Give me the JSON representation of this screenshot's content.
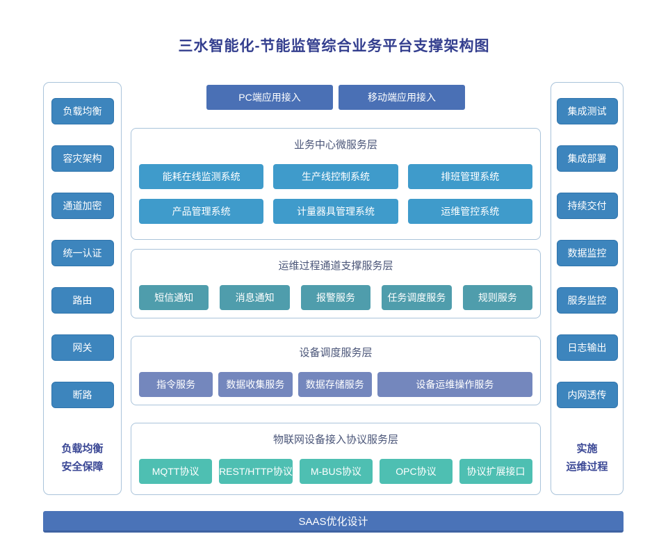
{
  "title": "三水智能化-节能监管综合业务平台支撑架构图",
  "left_panel": {
    "items": [
      "负载均衡",
      "容灾架构",
      "通道加密",
      "统一认证",
      "路由",
      "网关",
      "断路"
    ],
    "label_lines": [
      "负载均衡",
      "安全保障"
    ]
  },
  "right_panel": {
    "items": [
      "集成测试",
      "集成部署",
      "持续交付",
      "数据监控",
      "服务监控",
      "日志输出",
      "内网透传"
    ],
    "label_lines": [
      "实施",
      "运维过程"
    ]
  },
  "access_buttons": [
    "PC端应用接入",
    "移动端应用接入"
  ],
  "layers": [
    {
      "title": "业务中心微服务层",
      "rows": [
        [
          "能耗在线监测系统",
          "生产线控制系统",
          "排班管理系统"
        ],
        [
          "产品管理系统",
          "计量器具管理系统",
          "运维管控系统"
        ]
      ]
    },
    {
      "title": "运维过程通道支撑服务层",
      "rows": [
        [
          "短信通知",
          "消息通知",
          "报警服务",
          "任务调度服务",
          "规则服务"
        ]
      ]
    },
    {
      "title": "设备调度服务层",
      "rows": [
        [
          "指令服务",
          "数据收集服务",
          "数据存储服务",
          "设备运维操作服务"
        ]
      ]
    },
    {
      "title": "物联网设备接入协议服务层",
      "rows": [
        [
          "MQTT协议",
          "REST/HTTP协议",
          "M-BUS协议",
          "OPC协议",
          "协议扩展接口"
        ]
      ]
    }
  ],
  "bottom_bar": "SAAS优化设计",
  "colors": {
    "title_color": "#333e8e",
    "panel_label_color": "#3a4795",
    "container_border": "#a9c3da",
    "section_title": "#4a5578",
    "sidebar_box": "#3d85bd",
    "sidebar_box_border": "#2f74ac",
    "access_button": "#4a70b5",
    "layer1_box": "#3f9bcb",
    "layer2_box": "#4f9dac",
    "layer3_box": "#7487bd",
    "layer4_box": "#4ebfb2",
    "bottom_bar": "#4a73b8",
    "bottom_bar_edge": "#3f62a2"
  }
}
